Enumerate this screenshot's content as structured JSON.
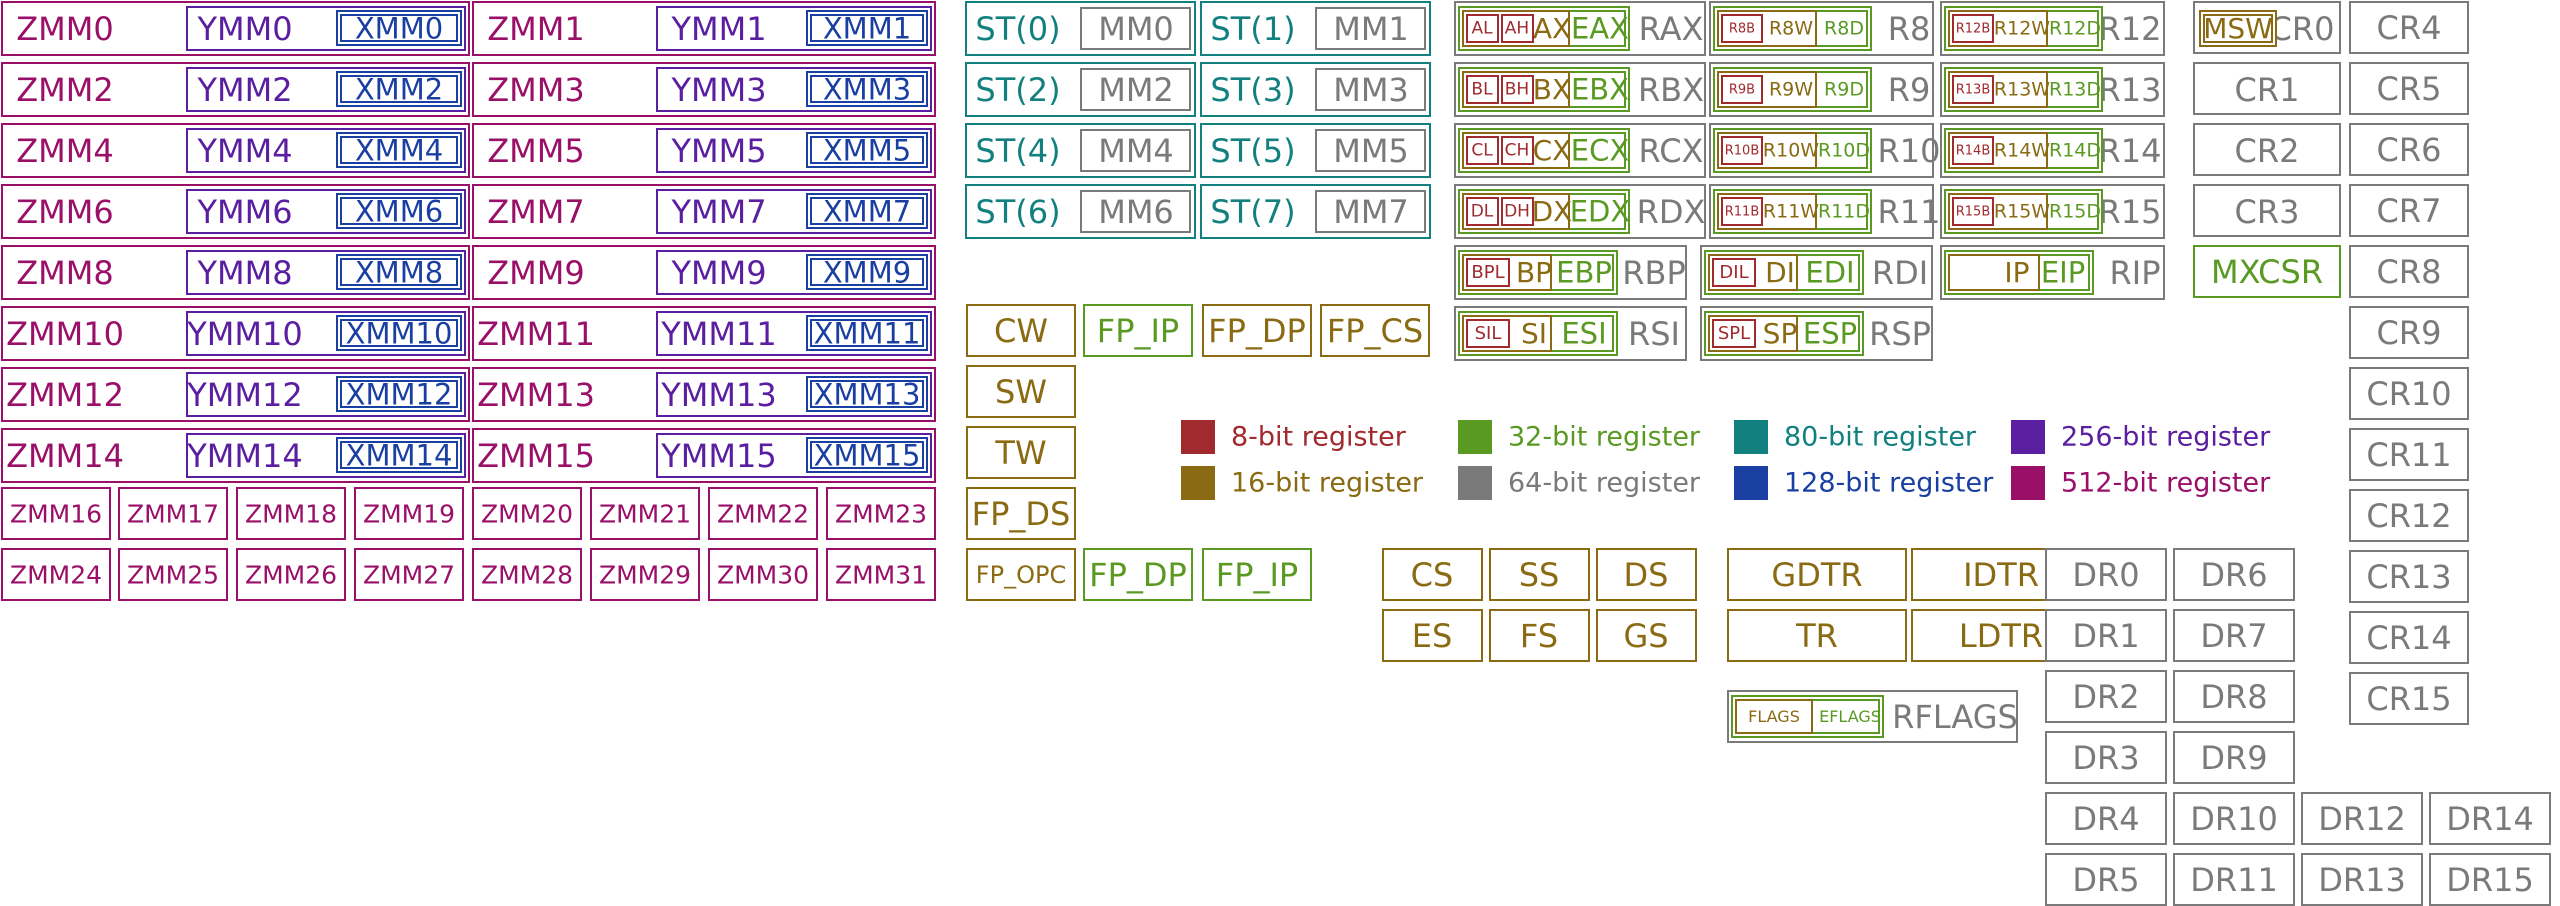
{
  "colors": {
    "b8": "#a12a2e",
    "b16": "#8a6a12",
    "b32": "#5a9a23",
    "b64": "#7a7a7a",
    "b80": "#138080",
    "b128": "#1a3fa2",
    "b256": "#5a1ea0",
    "b512": "#9a1068"
  },
  "avx": {
    "rows": [
      {
        "zmm": "ZMM0",
        "ymm": "YMM0",
        "xmm": "XMM0",
        "zmm_b": "ZMM1",
        "ymm_b": "YMM1",
        "xmm_b": "XMM1"
      },
      {
        "zmm": "ZMM2",
        "ymm": "YMM2",
        "xmm": "XMM2",
        "zmm_b": "ZMM3",
        "ymm_b": "YMM3",
        "xmm_b": "XMM3"
      },
      {
        "zmm": "ZMM4",
        "ymm": "YMM4",
        "xmm": "XMM4",
        "zmm_b": "ZMM5",
        "ymm_b": "YMM5",
        "xmm_b": "XMM5"
      },
      {
        "zmm": "ZMM6",
        "ymm": "YMM6",
        "xmm": "XMM6",
        "zmm_b": "ZMM7",
        "ymm_b": "YMM7",
        "xmm_b": "XMM7"
      },
      {
        "zmm": "ZMM8",
        "ymm": "YMM8",
        "xmm": "XMM8",
        "zmm_b": "ZMM9",
        "ymm_b": "YMM9",
        "xmm_b": "XMM9"
      },
      {
        "zmm": "ZMM10",
        "ymm": "YMM10",
        "xmm": "XMM10",
        "zmm_b": "ZMM11",
        "ymm_b": "YMM11",
        "xmm_b": "XMM11"
      },
      {
        "zmm": "ZMM12",
        "ymm": "YMM12",
        "xmm": "XMM12",
        "zmm_b": "ZMM13",
        "ymm_b": "YMM13",
        "xmm_b": "XMM13"
      },
      {
        "zmm": "ZMM14",
        "ymm": "YMM14",
        "xmm": "XMM14",
        "zmm_b": "ZMM15",
        "ymm_b": "YMM15",
        "xmm_b": "XMM15"
      }
    ],
    "zmm_high_row1": [
      "ZMM16",
      "ZMM17",
      "ZMM18",
      "ZMM19",
      "ZMM20",
      "ZMM21",
      "ZMM22",
      "ZMM23"
    ],
    "zmm_high_row2": [
      "ZMM24",
      "ZMM25",
      "ZMM26",
      "ZMM27",
      "ZMM28",
      "ZMM29",
      "ZMM30",
      "ZMM31"
    ]
  },
  "x87": {
    "st_mm": [
      {
        "st": "ST(0)",
        "mm": "MM0"
      },
      {
        "st": "ST(1)",
        "mm": "MM1"
      },
      {
        "st": "ST(2)",
        "mm": "MM2"
      },
      {
        "st": "ST(3)",
        "mm": "MM3"
      },
      {
        "st": "ST(4)",
        "mm": "MM4"
      },
      {
        "st": "ST(5)",
        "mm": "MM5"
      },
      {
        "st": "ST(6)",
        "mm": "MM6"
      },
      {
        "st": "ST(7)",
        "mm": "MM7"
      }
    ],
    "control": {
      "cw": "CW",
      "fp_ip": "FP_IP",
      "fp_dp": "FP_DP",
      "fp_cs": "FP_CS",
      "sw": "SW",
      "tw": "TW",
      "fp_ds": "FP_DS",
      "fp_opc": "FP_OPC",
      "fp_dp2": "FP_DP",
      "fp_ip2": "FP_IP"
    }
  },
  "gpr": {
    "legacy": [
      {
        "low": "AL",
        "high": "AH",
        "w": "AX",
        "d": "EAX",
        "q": "RAX"
      },
      {
        "low": "BL",
        "high": "BH",
        "w": "BX",
        "d": "EBX",
        "q": "RBX"
      },
      {
        "low": "CL",
        "high": "CH",
        "w": "CX",
        "d": "ECX",
        "q": "RCX"
      },
      {
        "low": "DL",
        "high": "DH",
        "w": "DX",
        "d": "EDX",
        "q": "RDX"
      }
    ],
    "extended": [
      {
        "b": "R8B",
        "w": "R8W",
        "d": "R8D",
        "q": "R8"
      },
      {
        "b": "R12B",
        "w": "R12W",
        "d": "R12D",
        "q": "R12"
      },
      {
        "b": "R9B",
        "w": "R9W",
        "d": "R9D",
        "q": "R9"
      },
      {
        "b": "R13B",
        "w": "R13W",
        "d": "R13D",
        "q": "R13"
      },
      {
        "b": "R10B",
        "w": "R10W",
        "d": "R10D",
        "q": "R10"
      },
      {
        "b": "R14B",
        "w": "R14W",
        "d": "R14D",
        "q": "R14"
      },
      {
        "b": "R11B",
        "w": "R11W",
        "d": "R11D",
        "q": "R11"
      },
      {
        "b": "R15B",
        "w": "R15W",
        "d": "R15D",
        "q": "R15"
      }
    ],
    "pointer": [
      {
        "b": "BPL",
        "w": "BP",
        "d": "EBP",
        "q": "RBP"
      },
      {
        "b": "DIL",
        "w": "DI",
        "d": "EDI",
        "q": "RDI"
      },
      {
        "b": "SIL",
        "w": "SI",
        "d": "ESI",
        "q": "RSI"
      },
      {
        "b": "SPL",
        "w": "SP",
        "d": "ESP",
        "q": "RSP"
      }
    ],
    "ip": {
      "w": "IP",
      "d": "EIP",
      "q": "RIP"
    }
  },
  "segment": {
    "regs": [
      "CS",
      "SS",
      "DS",
      "ES",
      "FS",
      "GS"
    ],
    "tables": [
      "GDTR",
      "IDTR",
      "TR",
      "LDTR"
    ],
    "flags": {
      "w": "FLAGS",
      "d": "EFLAGS",
      "q": "RFLAGS"
    }
  },
  "control": {
    "msw": "MSW",
    "cr_left": [
      "CR0",
      "CR1",
      "CR2",
      "CR3"
    ],
    "mxcsr": "MXCSR",
    "cr_right": [
      "CR4",
      "CR5",
      "CR6",
      "CR7",
      "CR8",
      "CR9",
      "CR10",
      "CR11",
      "CR12",
      "CR13",
      "CR14",
      "CR15"
    ]
  },
  "debug": {
    "col1": [
      "DR0",
      "DR1",
      "DR2",
      "DR3",
      "DR4",
      "DR5"
    ],
    "col2": [
      "DR6",
      "DR7",
      "DR8",
      "DR9",
      "DR10",
      "DR11"
    ],
    "col3": [
      "DR12",
      "DR13"
    ],
    "col4": [
      "DR14",
      "DR15"
    ]
  },
  "legend": [
    {
      "color": "b8",
      "label": "8-bit register"
    },
    {
      "color": "b16",
      "label": "16-bit register"
    },
    {
      "color": "b32",
      "label": "32-bit register"
    },
    {
      "color": "b64",
      "label": "64-bit register"
    },
    {
      "color": "b80",
      "label": "80-bit register"
    },
    {
      "color": "b128",
      "label": "128-bit register"
    },
    {
      "color": "b256",
      "label": "256-bit register"
    },
    {
      "color": "b512",
      "label": "512-bit register"
    }
  ]
}
